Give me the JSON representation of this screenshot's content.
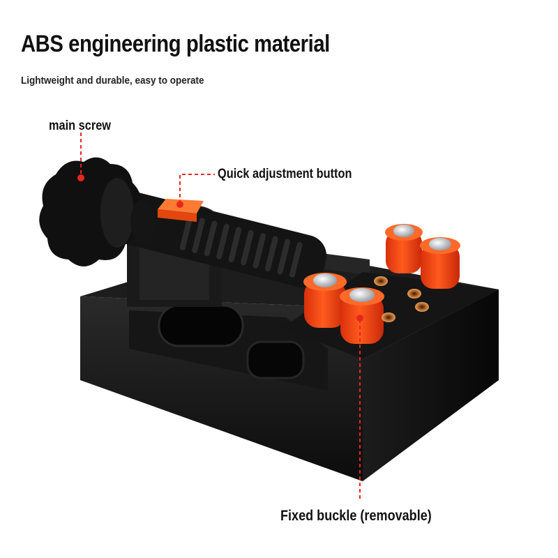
{
  "header": {
    "title": "ABS engineering plastic material",
    "subtitle": "Lightweight and durable, easy to operate"
  },
  "callouts": {
    "main_screw": "main screw",
    "quick_adjustment": "Quick adjustment button",
    "fixed_buckle": "Fixed buckle (removable)"
  },
  "colors": {
    "accent": "#e8261e",
    "plastic_orange": "#ff4a12",
    "body_black": "#141414"
  }
}
